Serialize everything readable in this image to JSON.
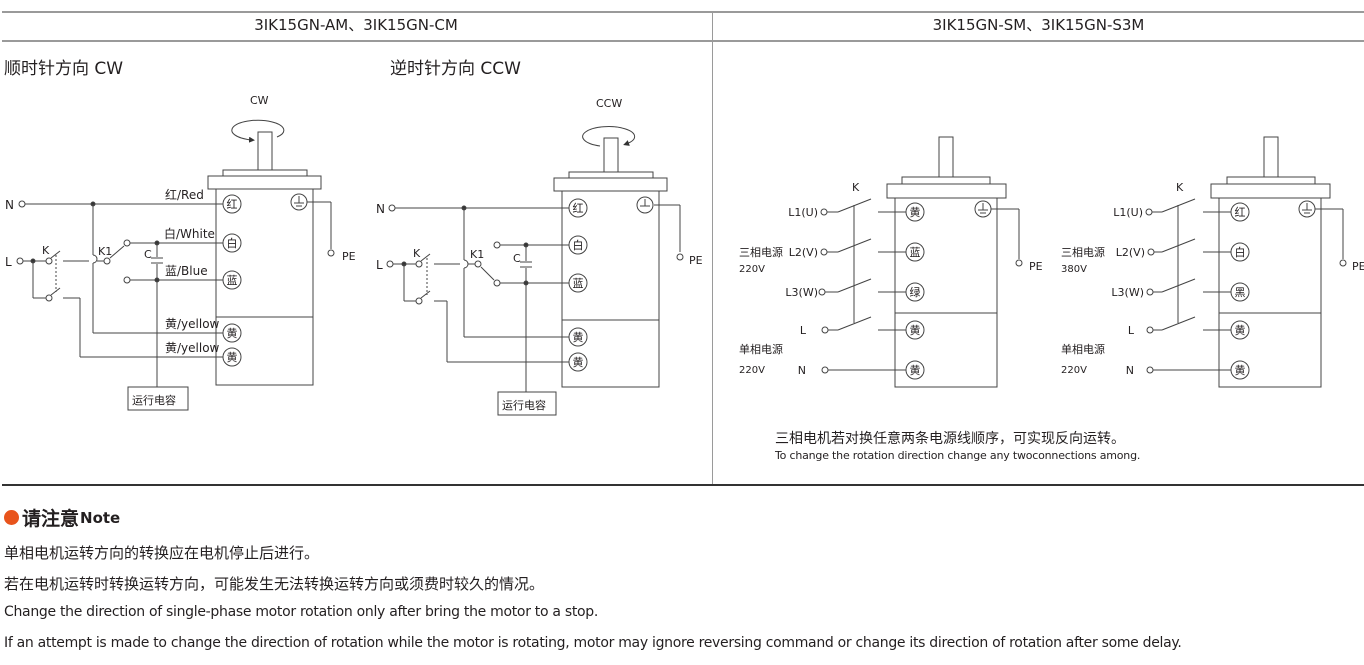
{
  "header": {
    "left_title": "3IK15GN-AM、3IK15GN-CM",
    "right_title": "3IK15GN-SM、3IK15GN-S3M"
  },
  "single_phase": {
    "cw": {
      "subtitle": "顺时针方向 CW",
      "rotation_label": "CW",
      "wire_labels": [
        "红/Red",
        "白/White",
        "蓝/Blue",
        "黄/yellow",
        "黄/yellow"
      ],
      "terminals": [
        "红",
        "白",
        "蓝",
        "黄",
        "黄"
      ],
      "inputs": [
        "N",
        "L"
      ],
      "switches": [
        "K",
        "K1"
      ],
      "capacitor": "C",
      "earth": "PE",
      "capacitor_box": "运行电容"
    },
    "ccw": {
      "subtitle": "逆时针方向 CCW",
      "rotation_label": "CCW",
      "terminals": [
        "红",
        "白",
        "蓝",
        "黄",
        "黄"
      ],
      "inputs": [
        "N",
        "L"
      ],
      "switches": [
        "K",
        "K1"
      ],
      "capacitor": "C",
      "earth": "PE",
      "capacitor_box": "运行电容"
    }
  },
  "three_phase": {
    "motor_220": {
      "switch": "K",
      "inputs": [
        "L1(U)",
        "L2(V)",
        "L3(W)",
        "L",
        "N"
      ],
      "three_phase_label": "三相电源",
      "three_phase_voltage": "220V",
      "single_phase_label": "单相电源",
      "single_phase_voltage": "220V",
      "terminals": [
        "黄",
        "蓝",
        "绿",
        "黄",
        "黄"
      ],
      "earth": "PE"
    },
    "motor_380": {
      "switch": "K",
      "inputs": [
        "L1(U)",
        "L2(V)",
        "L3(W)",
        "L",
        "N"
      ],
      "three_phase_label": "三相电源",
      "three_phase_voltage": "380V",
      "single_phase_label": "单相电源",
      "single_phase_voltage": "220V",
      "terminals": [
        "红",
        "白",
        "黑",
        "黄",
        "黄"
      ],
      "earth": "PE"
    },
    "note_cn": "三相电机若对换任意两条电源线顺序，可实现反向运转。",
    "note_en": "To change the rotation direction change any twoconnections among."
  },
  "note": {
    "title_cn": "请注意",
    "title_en": "Note",
    "accent_color": "#e8541c",
    "lines": [
      "单相电机运转方向的转换应在电机停止后进行。",
      "若在电机运转时转换运转方向，可能发生无法转换运转方向或须费时较久的情况。",
      "Change the direction of single-phase motor rotation only after bring the motor to a stop.",
      "If an attempt is made to change the direction of rotation while the motor is rotating, motor may ignore reversing command or change its direction of rotation after some delay."
    ]
  }
}
